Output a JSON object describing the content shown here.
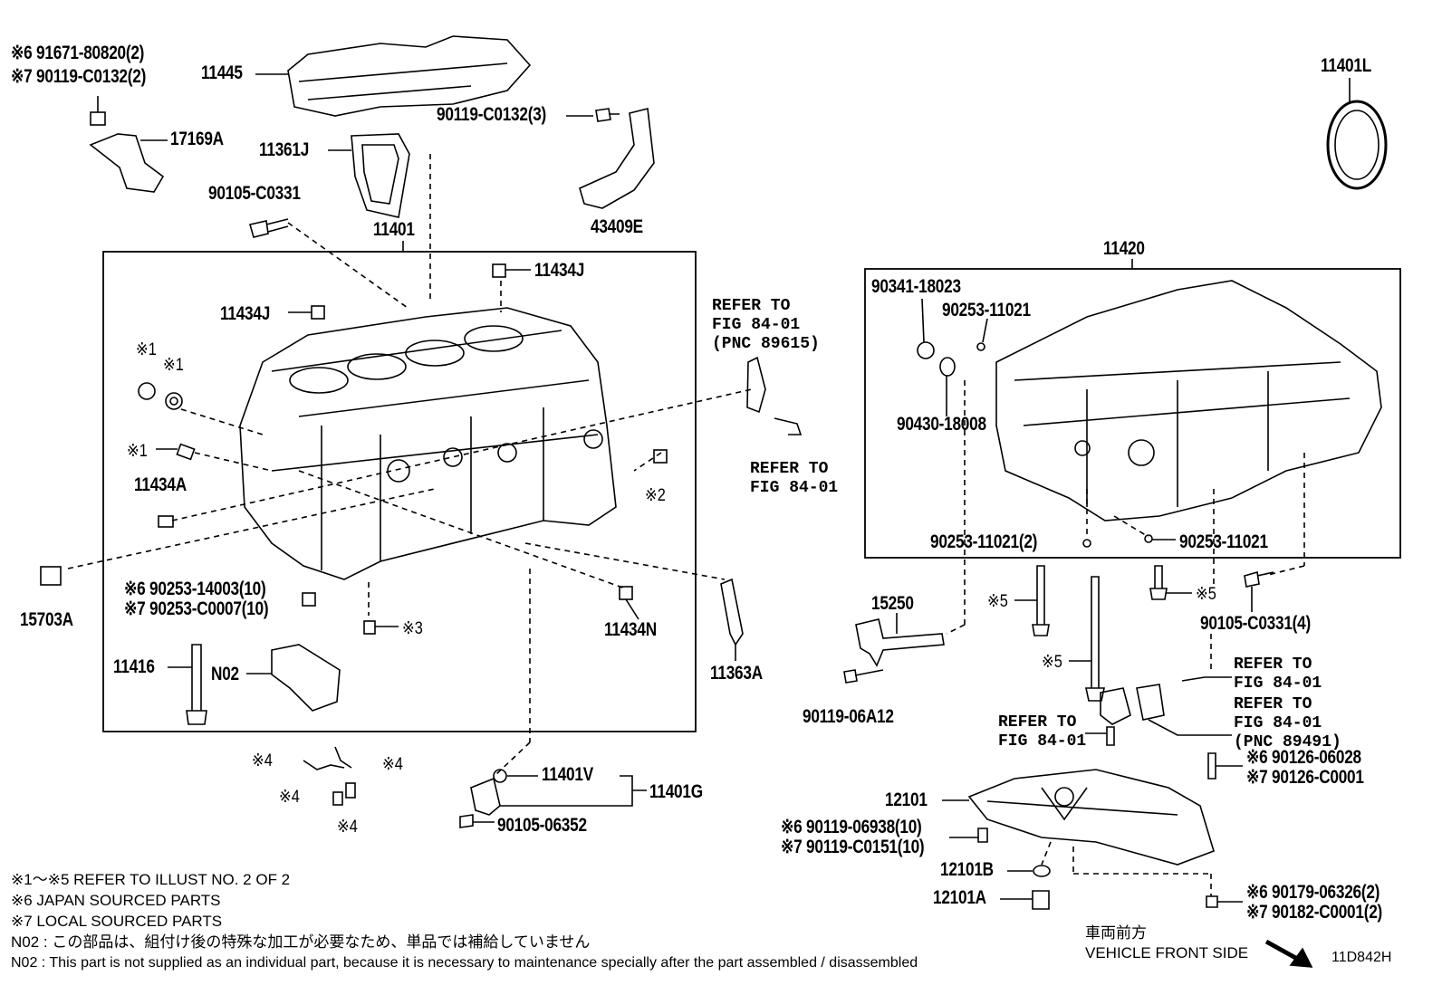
{
  "labels": {
    "top_note_6": "※6 91671-80820(2)",
    "top_note_7": "※7 90119-C0132(2)",
    "p11445": "11445",
    "p90119_c0132_3": "90119-C0132(3)",
    "p17169a": "17169A",
    "p11361j": "11361J",
    "p90105_c0331": "90105-C0331",
    "p43409e": "43409E",
    "p11401": "11401",
    "p11401l": "11401L",
    "p11420": "11420",
    "p11434j_a": "11434J",
    "p11434j_b": "11434J",
    "p90341": "90341-18023",
    "p90253_a": "90253-11021",
    "p90430": "90430-18008",
    "x1_a": "※1",
    "x1_b": "※1",
    "x1_c": "※1",
    "p11434a": "11434A",
    "x2": "※2",
    "p90253_b": "90253-11021(2)",
    "p90253_c": "90253-11021",
    "p15703a": "15703A",
    "p90253_14003": "※6 90253-14003(10)",
    "p90253_c0007": "※7 90253-C0007(10)",
    "x3": "※3",
    "p11434n": "11434N",
    "p15250": "15250",
    "x5_a": "※5",
    "x5_b": "※5",
    "x5_c": "※5",
    "p90105_c0331_4": "90105-C0331(4)",
    "p11416": "11416",
    "n02": "N02",
    "p11363a": "11363A",
    "p90119_06a12": "90119-06A12",
    "x4_a": "※4",
    "x4_b": "※4",
    "x4_c": "※4",
    "x4_d": "※4",
    "p11401v": "11401V",
    "p11401g": "11401G",
    "p90126_06028": "※6 90126-06028",
    "p90126_c0001": "※7 90126-C0001",
    "p12101": "12101",
    "p90105_06352": "90105-06352",
    "p90119_06938": "※6 90119-06938(10)",
    "p90119_c0151": "※7 90119-C0151(10)",
    "p12101b": "12101B",
    "p12101a": "12101A",
    "p90179": "※6 90179-06326(2)",
    "p90182": "※7 90182-C0001(2)"
  },
  "refers": {
    "r1": [
      "REFER TO",
      "FIG 84-01",
      "(PNC 89615)"
    ],
    "r2": [
      "REFER TO",
      "FIG 84-01"
    ],
    "r3": [
      "REFER TO",
      "FIG 84-01"
    ],
    "r4": [
      "REFER TO",
      "FIG 84-01",
      "(PNC 89491)"
    ],
    "r5": [
      "REFER TO",
      "FIG 84-01"
    ]
  },
  "notes": [
    "※1〜※5  REFER TO ILLUST NO. 2 OF 2",
    "※6  JAPAN SOURCED PARTS",
    "※7  LOCAL SOURCED PARTS",
    "N02 : この部品は、組付け後の特殊な加工が必要なため、単品では補給していません",
    "N02 : This part is not supplied as an individual part, because it is necessary to maintenance specially after the part assembled / disassembled"
  ],
  "direction": {
    "jp": "車両前方",
    "en": "VEHICLE FRONT SIDE"
  },
  "figure_id": "11D842H"
}
